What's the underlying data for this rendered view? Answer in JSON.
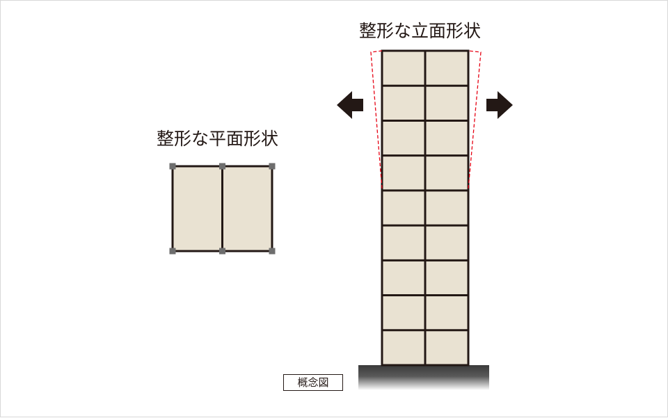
{
  "plan": {
    "title": "整形な平面形状"
  },
  "elevation": {
    "title": "整形な立面形状",
    "floors": 9,
    "bays": 2
  },
  "note": {
    "text": "概念図"
  },
  "colors": {
    "fill": "#e9e2d2",
    "frame": "#231815",
    "node": "#6e6e6e",
    "deformation": "#e60012",
    "arrow": "#231815",
    "ground": "#404040"
  },
  "icons": [
    "arrow-left-icon",
    "arrow-right-icon"
  ]
}
